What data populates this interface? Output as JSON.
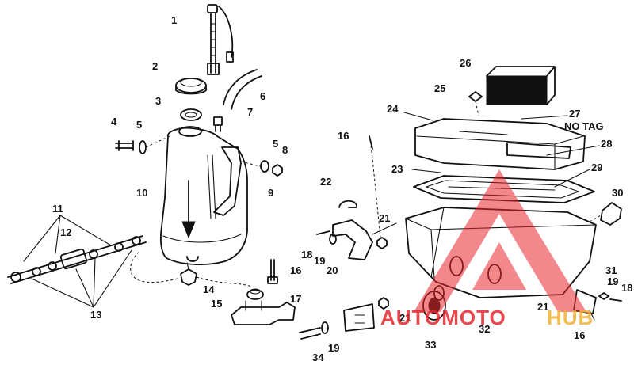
{
  "diagram": {
    "note": "NO TAG",
    "callouts": [
      "1",
      "2",
      "3",
      "4",
      "5",
      "6",
      "7",
      "5",
      "8",
      "9",
      "10",
      "11",
      "12",
      "13",
      "14",
      "15",
      "16",
      "17",
      "16",
      "22",
      "21",
      "18",
      "19",
      "20",
      "23",
      "24",
      "25",
      "26",
      "27",
      "28",
      "29",
      "30",
      "31",
      "19",
      "18",
      "21",
      "21",
      "32",
      "33",
      "34",
      "19",
      "16"
    ]
  },
  "watermark": {
    "part1": "AUTOMOTO",
    "part2": "HUB",
    "color_primary": "#e8262b",
    "color_secondary": "#f2b233"
  }
}
